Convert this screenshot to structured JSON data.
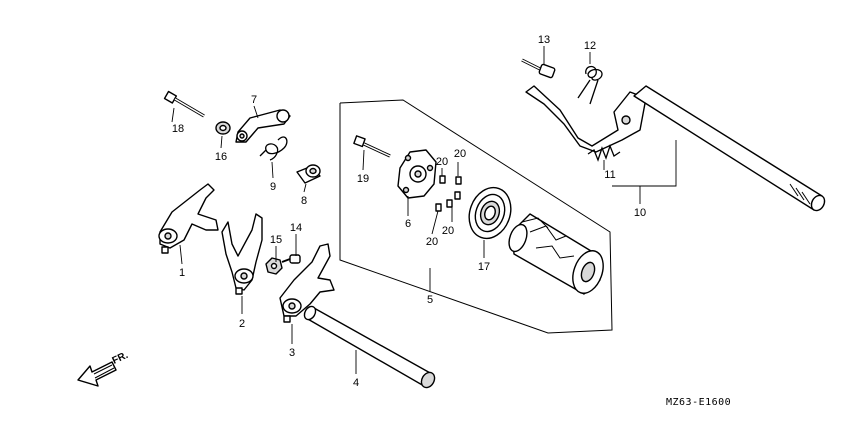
{
  "callouts": {
    "c1": "1",
    "c2": "2",
    "c3": "3",
    "c4": "4",
    "c5": "5",
    "c6": "6",
    "c7": "7",
    "c8": "8",
    "c9": "9",
    "c10": "10",
    "c11": "11",
    "c12": "12",
    "c13": "13",
    "c14": "14",
    "c15": "15",
    "c16": "16",
    "c17": "17",
    "c18": "18",
    "c19": "19",
    "c20a": "20",
    "c20b": "20",
    "c20c": "20",
    "c20d": "20"
  },
  "direction_label": "FR.",
  "diagram_code": "MZ63-E1600"
}
